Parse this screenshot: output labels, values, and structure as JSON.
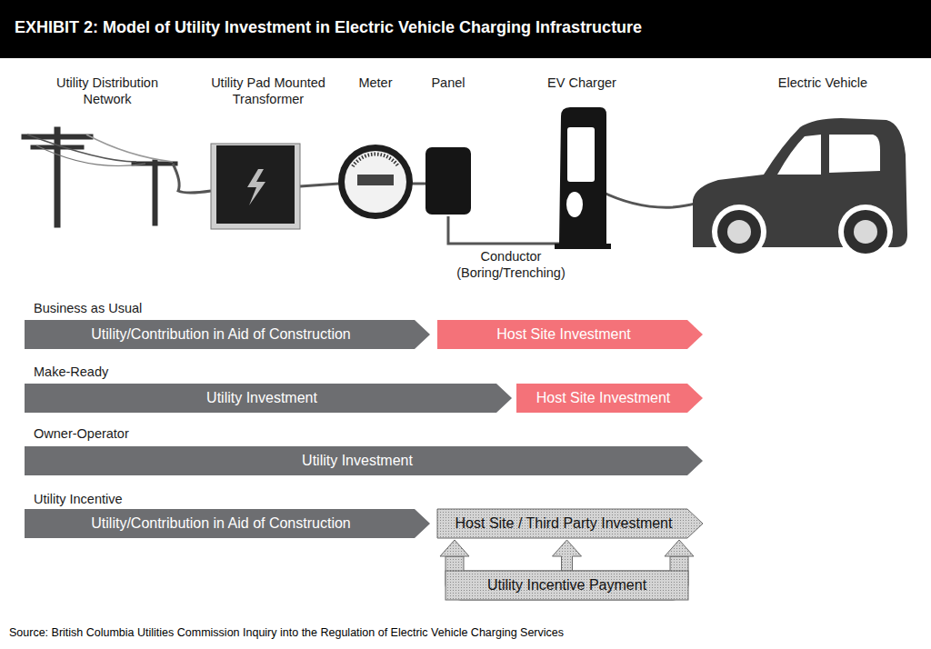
{
  "diagram": {
    "title": "EXHIBIT 2: Model of Utility Investment in Electric Vehicle Charging Infrastructure",
    "caption": "Source: British Columbia Utilities Commission Inquiry into the Regulation of Electric Vehicle Charging Services",
    "nodes": [
      {
        "text": [
          "Utility/Contribution in Aid of Construction"
        ]
      },
      {
        "text": [
          "Host Site Investment"
        ]
      },
      {
        "text": [
          "Utility Investment"
        ]
      },
      {
        "text": [
          "Host Site Investment"
        ]
      },
      {
        "text": [
          "Utility Investment"
        ]
      },
      {
        "text": [
          "Utility/Contribution in Aid of Construction"
        ]
      },
      {
        "text": [
          "Host Site / Third Party Investment"
        ]
      },
      {
        "text": [
          "Utility Incentive Payment"
        ]
      }
    ],
    "edges": [
      {
        "from": 7,
        "to": 6,
        "arrow": "to"
      }
    ],
    "labels": [
      "Utility Distribution Network",
      "Utility Pad Mounted Transformer",
      "Meter",
      "Panel",
      "EV Charger",
      "Electric Vehicle",
      "Conductor (Boring/Trenching)",
      "Business as Usual",
      "Make-Ready",
      "Owner-Operator",
      "Utility Incentive"
    ]
  }
}
